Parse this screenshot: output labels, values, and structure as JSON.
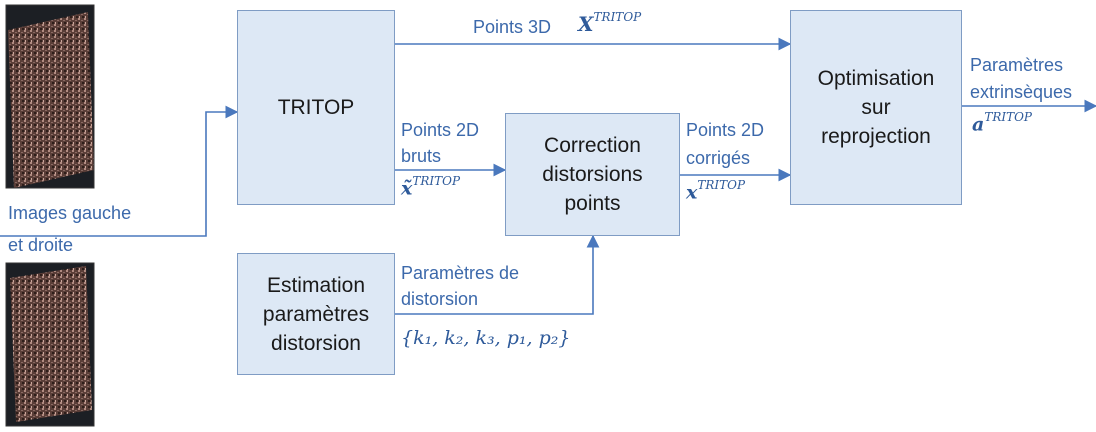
{
  "images_label": {
    "line1": "Images gauche",
    "line2": "et droite"
  },
  "boxes": {
    "tritop": "TRITOP",
    "correction": [
      "Correction",
      "distorsions",
      "points"
    ],
    "estimation": [
      "Estimation",
      "paramètres",
      "distorsion"
    ],
    "optimisation": [
      "Optimisation",
      "sur",
      "reprojection"
    ]
  },
  "labels": {
    "points3d": "Points 3D",
    "points3d_sym": "X",
    "points2d_bruts": [
      "Points 2D",
      "bruts"
    ],
    "points2d_bruts_sym": "x̃",
    "points2d_corriges": [
      "Points 2D",
      "corrigés"
    ],
    "points2d_corriges_sym": "x",
    "params_distorsion": [
      "Paramètres de",
      "distorsion"
    ],
    "params_distorsion_sym": "{k₁, k₂, k₃, p₁, p₂}",
    "params_extrinseques": [
      "Paramètres",
      "extrinsèques"
    ],
    "params_extrinseques_sym": "a",
    "superscript": "TRITOP"
  },
  "colors": {
    "box_fill": "#dde8f5",
    "box_border": "#7f9cc4",
    "arrow": "#4a78bd",
    "label": "#3c69ab"
  }
}
